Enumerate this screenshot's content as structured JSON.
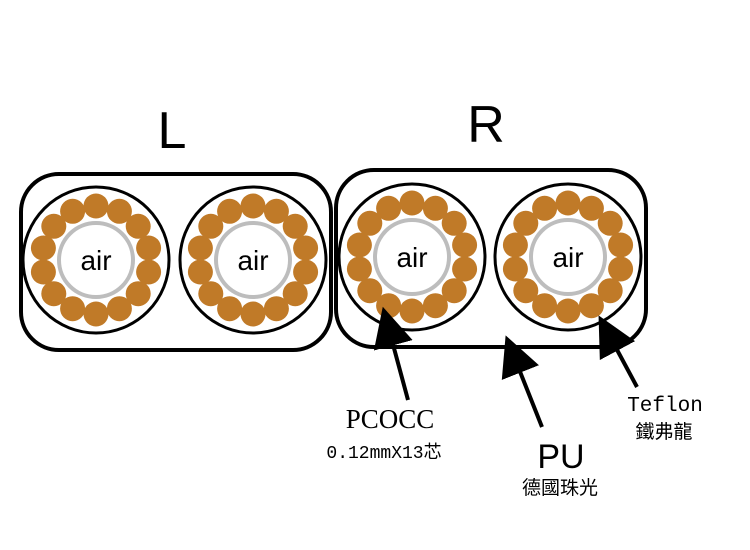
{
  "channels": {
    "left_label": "L",
    "right_label": "R"
  },
  "core_label": "air",
  "callouts": {
    "conductor_title": "PCOCC",
    "conductor_spec": "0.12mmX13芯",
    "jacket_title": "PU",
    "jacket_sub": "德國珠光",
    "insulation_title": "Teflon",
    "insulation_sub": "鐵弗龍"
  },
  "colors": {
    "strand": "#C07A28",
    "inner_ring": "#BDBDBD",
    "outline": "#000000",
    "background": "#FFFFFF"
  }
}
